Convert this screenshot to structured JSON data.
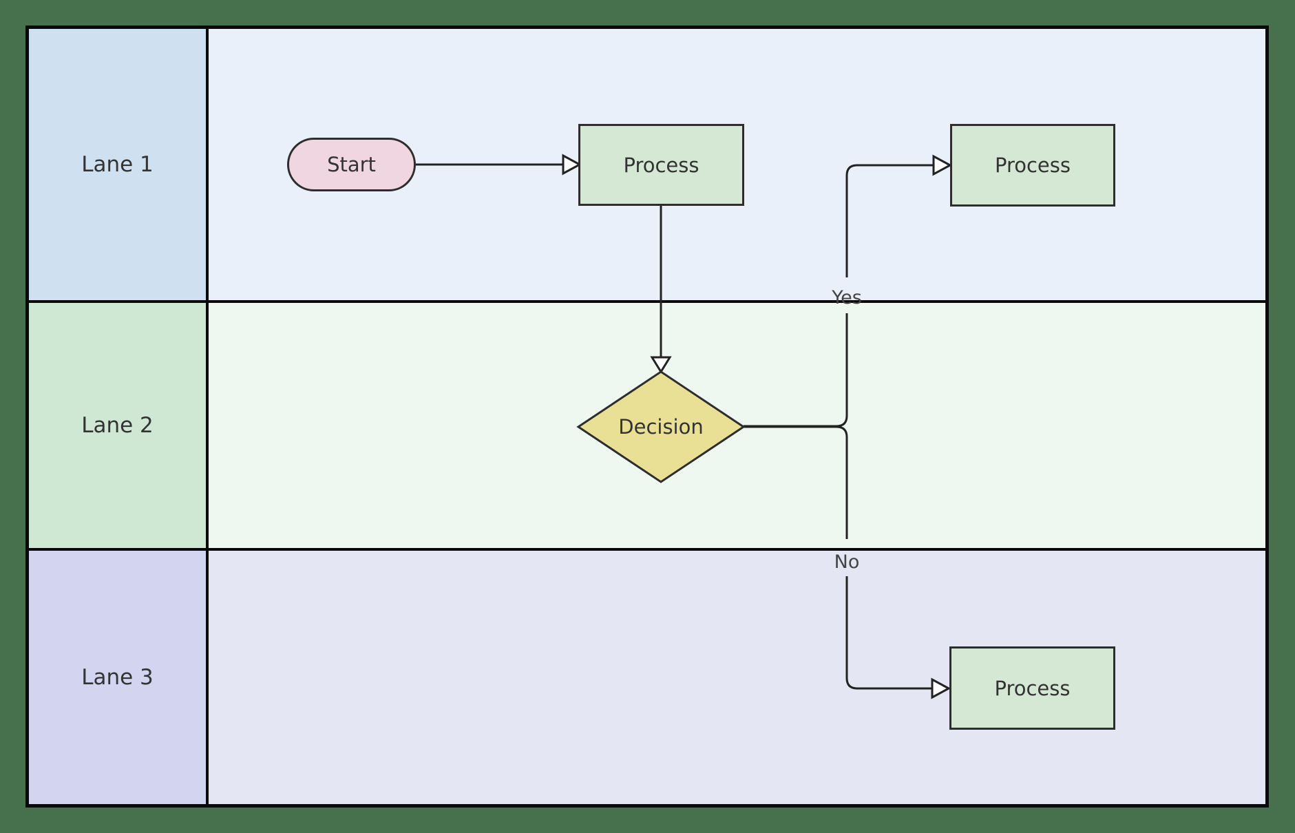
{
  "canvas": {
    "bg": "#47714d",
    "border_color": "#0a0a0a",
    "edge_color": "#222222",
    "text_color": "#333333"
  },
  "lanes": [
    {
      "label": "Lane 1",
      "header_fill": "#cfe0f1",
      "body_fill": "#e9f0f9"
    },
    {
      "label": "Lane 2",
      "header_fill": "#cfe8d4",
      "body_fill": "#eef8f0"
    },
    {
      "label": "Lane 3",
      "header_fill": "#d3d4ef",
      "body_fill": "#e5e6f4"
    }
  ],
  "nodes": [
    {
      "id": "start",
      "label": "Start",
      "shape": "stadium",
      "fill": "#f0d6e1",
      "lane": "Lane 1"
    },
    {
      "id": "process1",
      "label": "Process",
      "shape": "rect",
      "fill": "#d5e8d4",
      "lane": "Lane 1"
    },
    {
      "id": "process2",
      "label": "Process",
      "shape": "rect",
      "fill": "#d5e8d4",
      "lane": "Lane 1"
    },
    {
      "id": "decision",
      "label": "Decision",
      "shape": "diamond",
      "fill": "#e9e096",
      "lane": "Lane 2"
    },
    {
      "id": "process3",
      "label": "Process",
      "shape": "rect",
      "fill": "#d5e8d4",
      "lane": "Lane 3"
    }
  ],
  "edges": [
    {
      "from": "start",
      "to": "process1",
      "label": ""
    },
    {
      "from": "process1",
      "to": "decision",
      "label": ""
    },
    {
      "from": "decision",
      "to": "process2",
      "label": "Yes"
    },
    {
      "from": "decision",
      "to": "process3",
      "label": "No"
    }
  ]
}
